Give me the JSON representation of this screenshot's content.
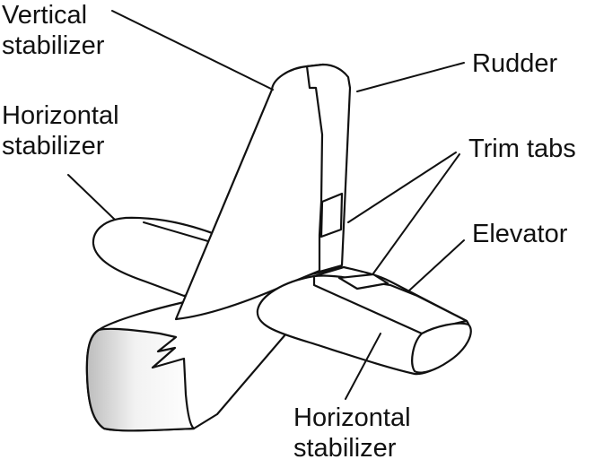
{
  "labels": {
    "vertical_stabilizer": [
      "Vertical",
      "stabilizer"
    ],
    "rudder": "Rudder",
    "horizontal_stabilizer_left": [
      "Horizontal",
      "stabilizer"
    ],
    "trim_tabs": "Trim tabs",
    "elevator": "Elevator",
    "horizontal_stabilizer_bottom": [
      "Horizontal",
      "stabilizer"
    ]
  },
  "colors": {
    "line": "#111111",
    "background": "#ffffff",
    "fuselage_shade": "#bdbdbd"
  }
}
